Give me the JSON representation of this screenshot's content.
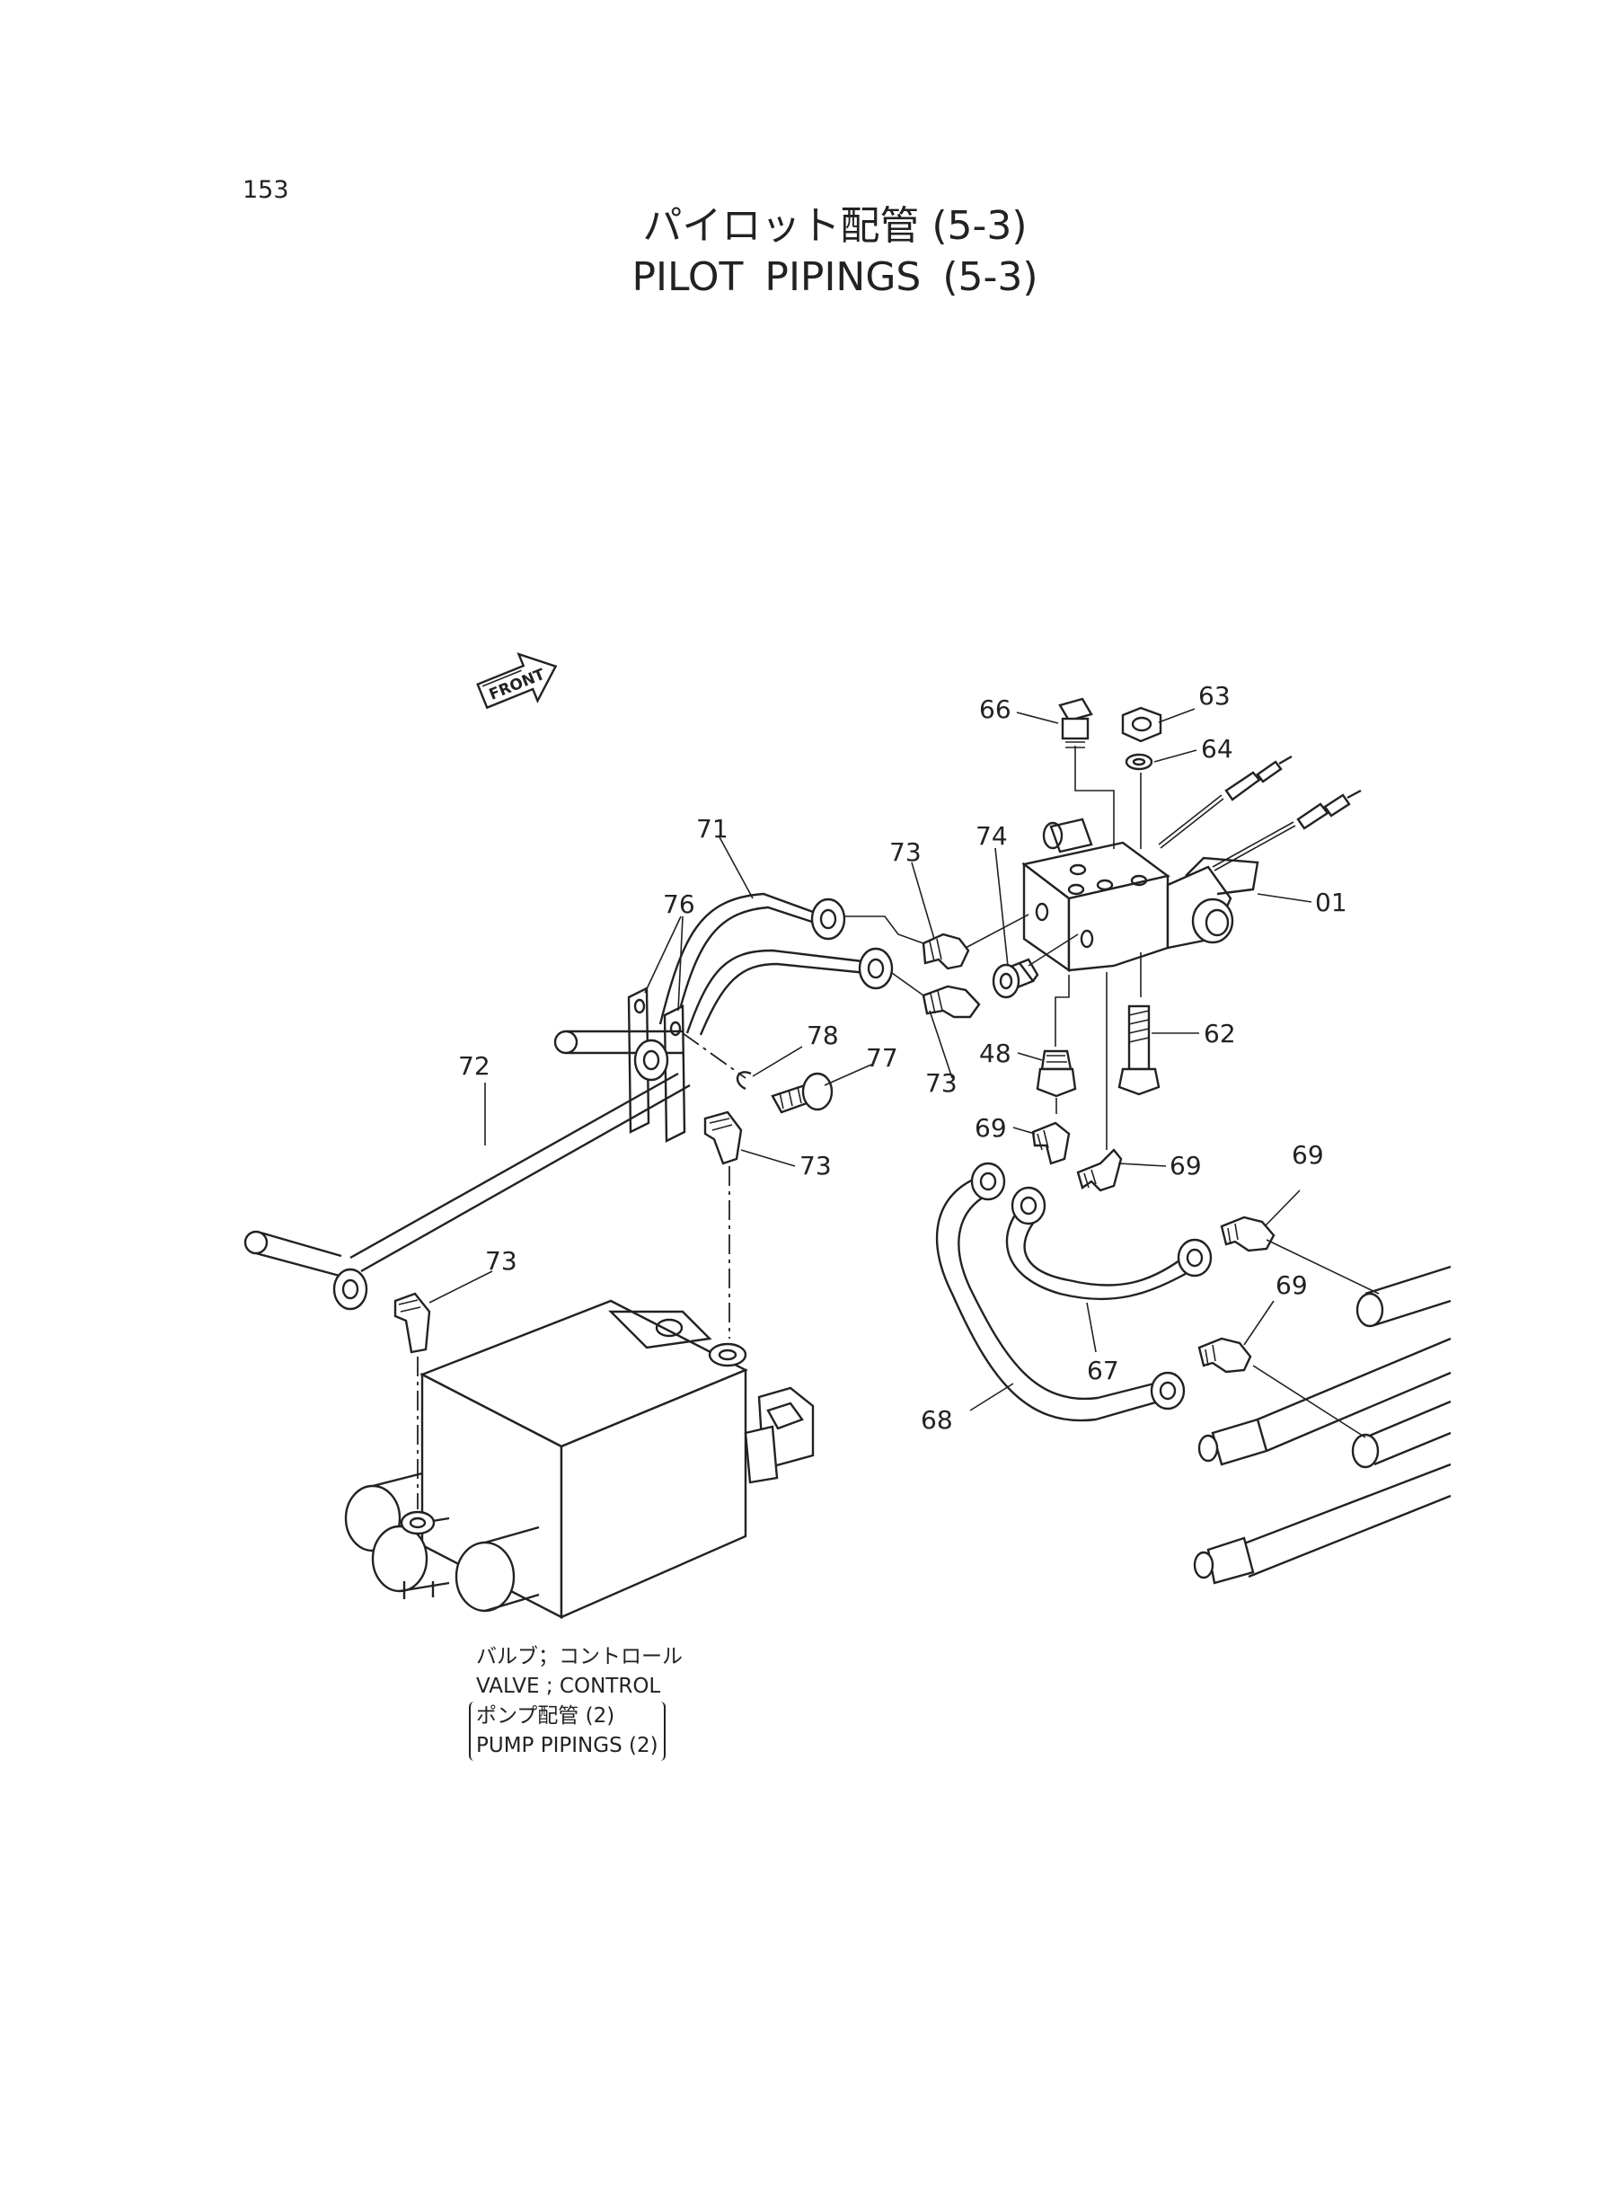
{
  "page_number": "153",
  "title_jp": "パイロット配管 (5-3)",
  "title_en": "PILOT PIPINGS  (5-3)",
  "front_label": "FRONT",
  "callouts": {
    "c63": "63",
    "c66": "66",
    "c64": "64",
    "c71": "71",
    "c73a": "73",
    "c74": "74",
    "c01": "01",
    "c76": "76",
    "c78": "78",
    "c77": "77",
    "c72": "72",
    "c62": "62",
    "c48": "48",
    "c73b": "73",
    "c69a": "69",
    "c73c": "73",
    "c69b": "69",
    "c69c": "69",
    "c73d": "73",
    "c69d": "69",
    "c67": "67",
    "c68": "68"
  },
  "reference_note": {
    "line1_jp": "バルブ；コントロール",
    "line2_en": "VALVE ; CONTROL",
    "line3_jp": "ポンプ配管 (2)",
    "line4_en": "PUMP  PIPINGS (2)"
  }
}
